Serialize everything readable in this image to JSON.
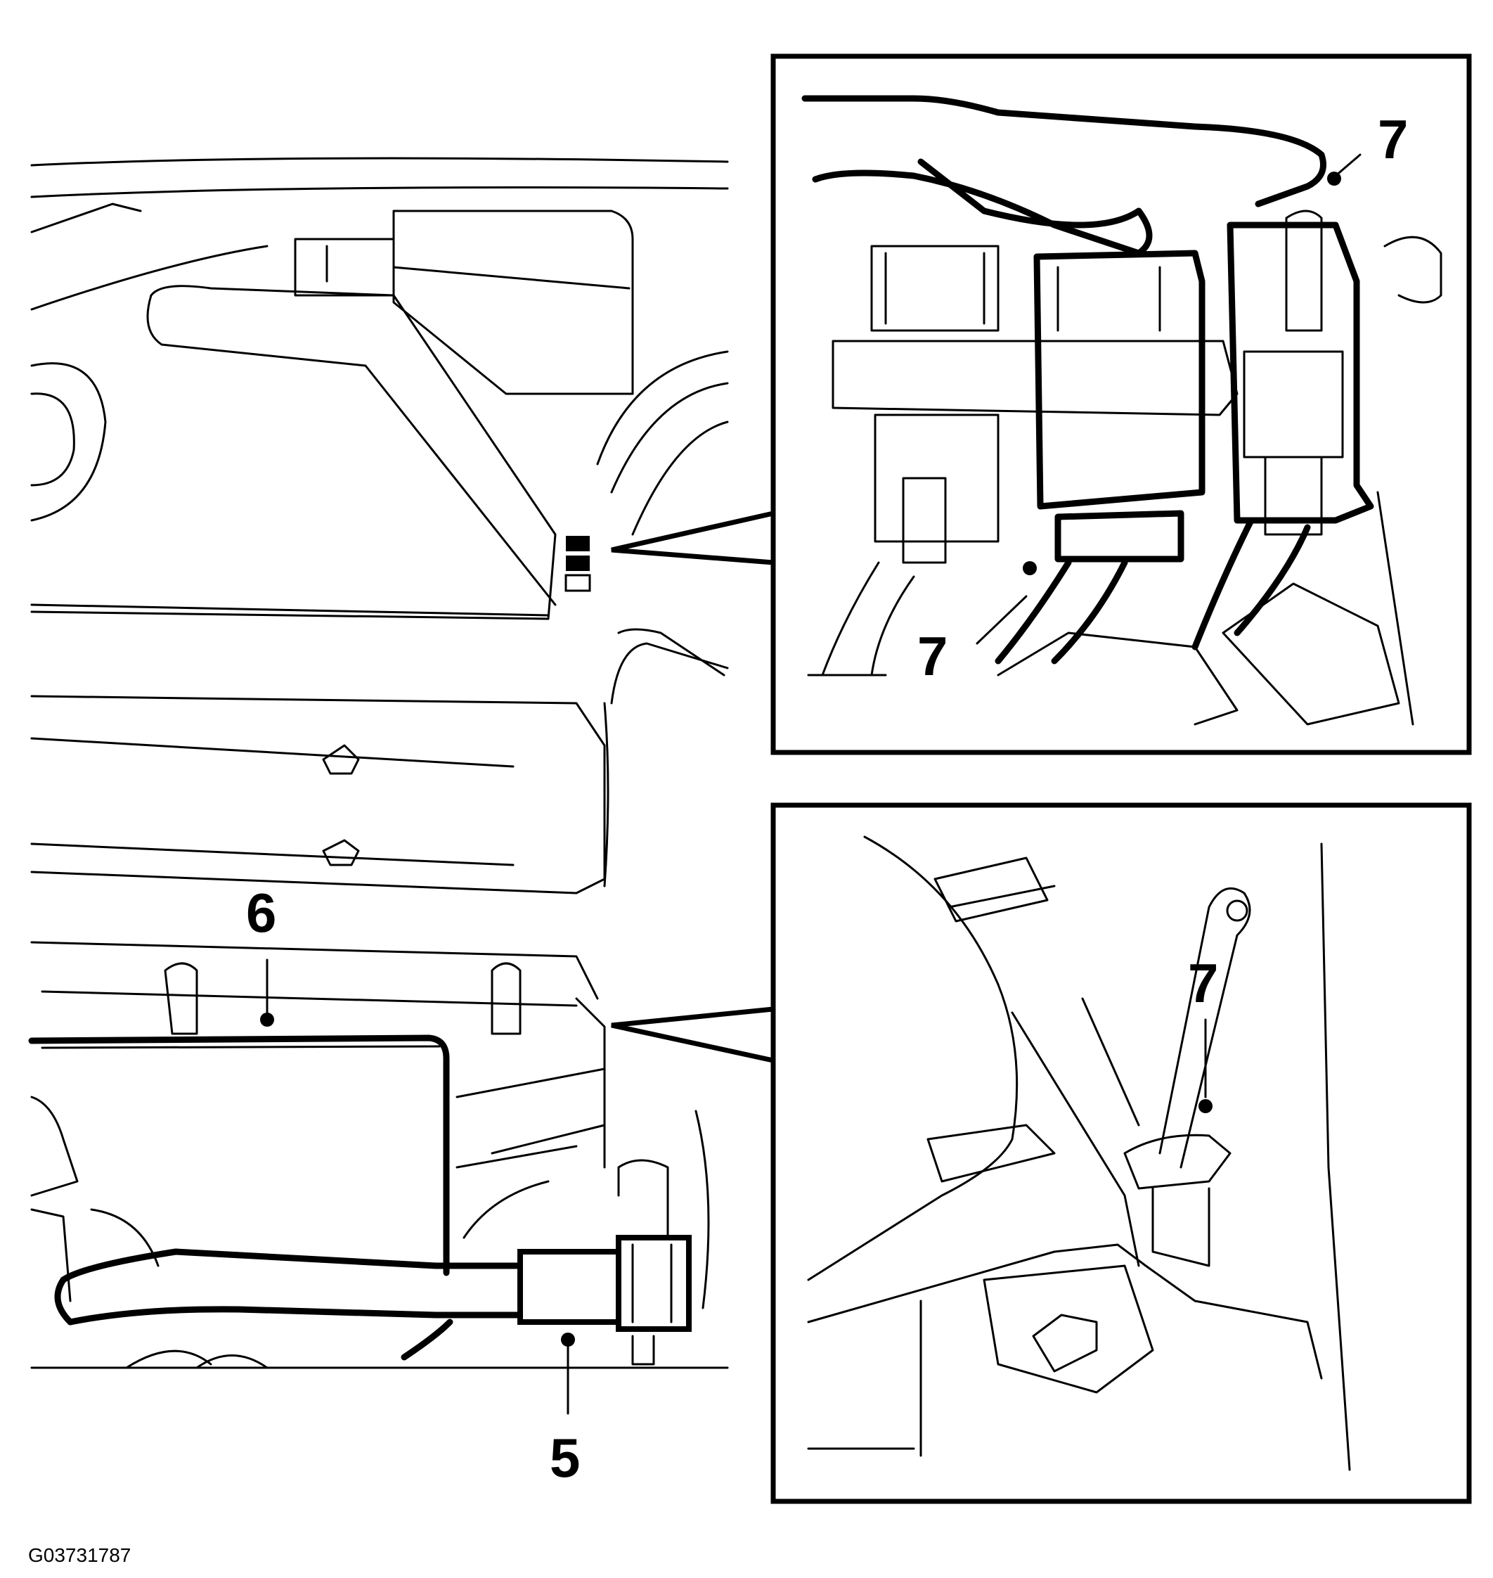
{
  "figure_id": "G03731787",
  "callouts": {
    "main_6": "6",
    "main_5": "5",
    "inset_top_a": "7",
    "inset_top_b": "7",
    "inset_bottom": "7"
  },
  "colors": {
    "line": "#000000",
    "background": "#ffffff"
  }
}
